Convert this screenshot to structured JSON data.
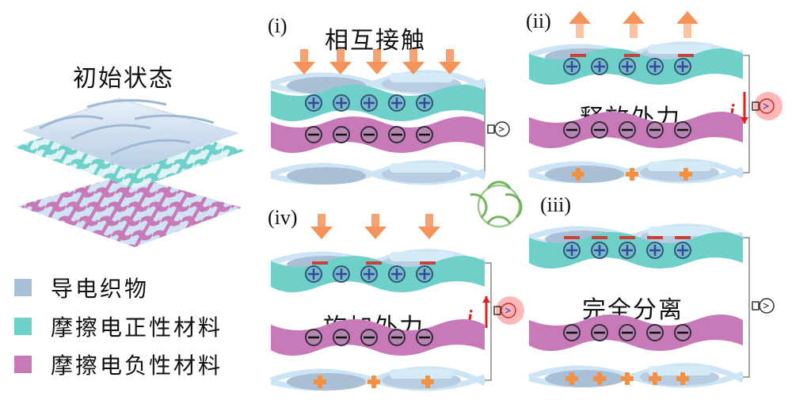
{
  "initial_state": {
    "title": "初始状态"
  },
  "legend": [
    {
      "label": "导电织物",
      "color": "#a9bfd6"
    },
    {
      "label": "摩擦电正性材料",
      "color": "#6fcfc9"
    },
    {
      "label": "摩擦电负性材料",
      "color": "#c779b8"
    }
  ],
  "panels": [
    {
      "id": "i",
      "label": "(i)",
      "title": "相互接触",
      "force": "down",
      "force_arrows": 5,
      "current": "none",
      "bulb": "off",
      "top_charges": 0,
      "bottom_charges": 0
    },
    {
      "id": "ii",
      "label": "(ii)",
      "title": "释放外力",
      "force": "up",
      "force_arrows": 3,
      "current": "down",
      "bulb": "on",
      "top_charges": 3,
      "bottom_charges": 3
    },
    {
      "id": "iii",
      "label": "(iii)",
      "title": "完全分离",
      "force": "none",
      "force_arrows": 0,
      "current": "none",
      "bulb": "off",
      "top_charges": 5,
      "bottom_charges": 5
    },
    {
      "id": "iv",
      "label": "(iv)",
      "title": "施加外力",
      "force": "down",
      "force_arrows": 3,
      "current": "up",
      "bulb": "on",
      "top_charges": 3,
      "bottom_charges": 3
    }
  ],
  "current_symbol": "i",
  "colors": {
    "conductive": "#a9bfd6",
    "positive": "#6fcfc9",
    "negative": "#c779b8",
    "force_arrow": "#f5935a",
    "current_arrow": "#e02020",
    "cycle": "#5aa843"
  }
}
